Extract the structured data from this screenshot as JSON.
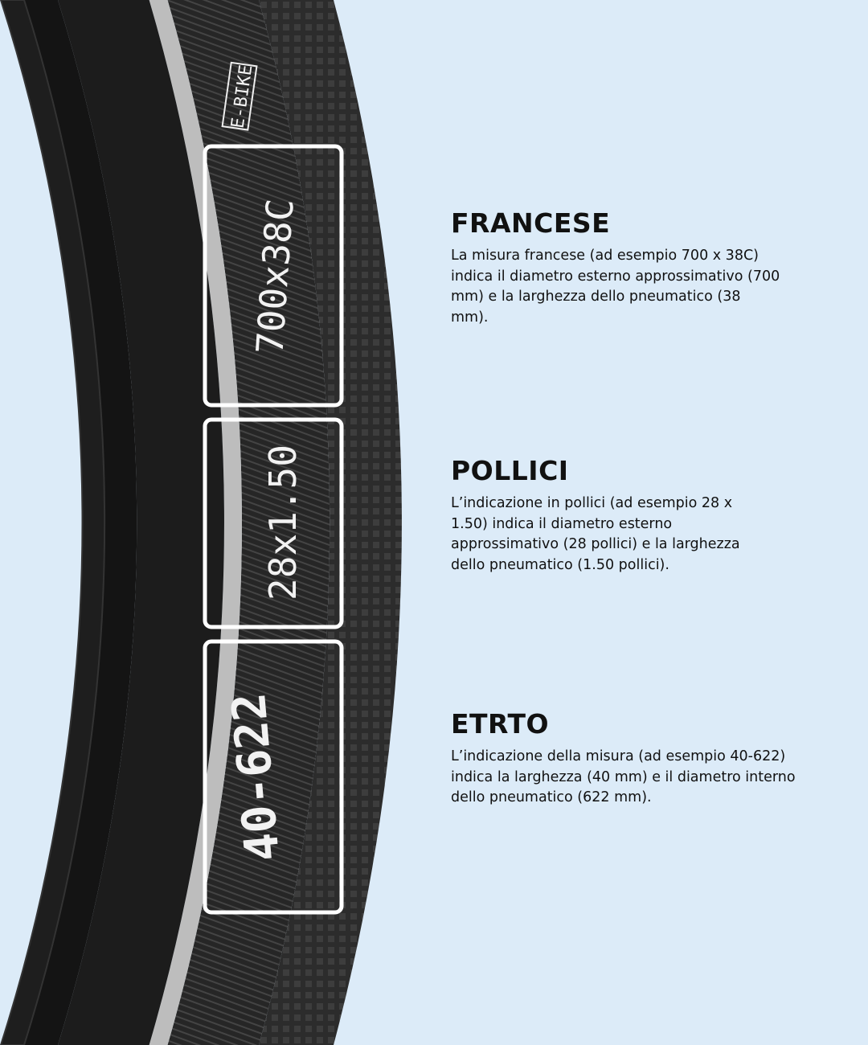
{
  "tire": {
    "sidewall_brand": "E-BIKE",
    "french_marking": "700x38C",
    "inch_marking": "28x1.50",
    "etrto_marking": "40-622"
  },
  "sections": [
    {
      "title": "FRANCESE",
      "body": "La misura francese (ad esempio 700 x 38C) indica il diametro esterno approssimativo (700 mm) e la larghezza dello pneumatico (38 mm)."
    },
    {
      "title": "POLLICI",
      "body": "L’indicazione in pollici (ad esempio 28 x 1.50) indica il diametro esterno approssimativo (28 pollici) e la larghezza dello pneumatico (1.50 pollici)."
    },
    {
      "title": "ETRTO",
      "body": "L’indicazione della misura (ad esempio 40-622) indica la larghezza (40 mm) e il diametro interno dello pneumatico (622 mm)."
    }
  ],
  "colors": {
    "background": "#dcebf8",
    "tire": "#2a2a2a",
    "highlight": "#ffffff"
  }
}
